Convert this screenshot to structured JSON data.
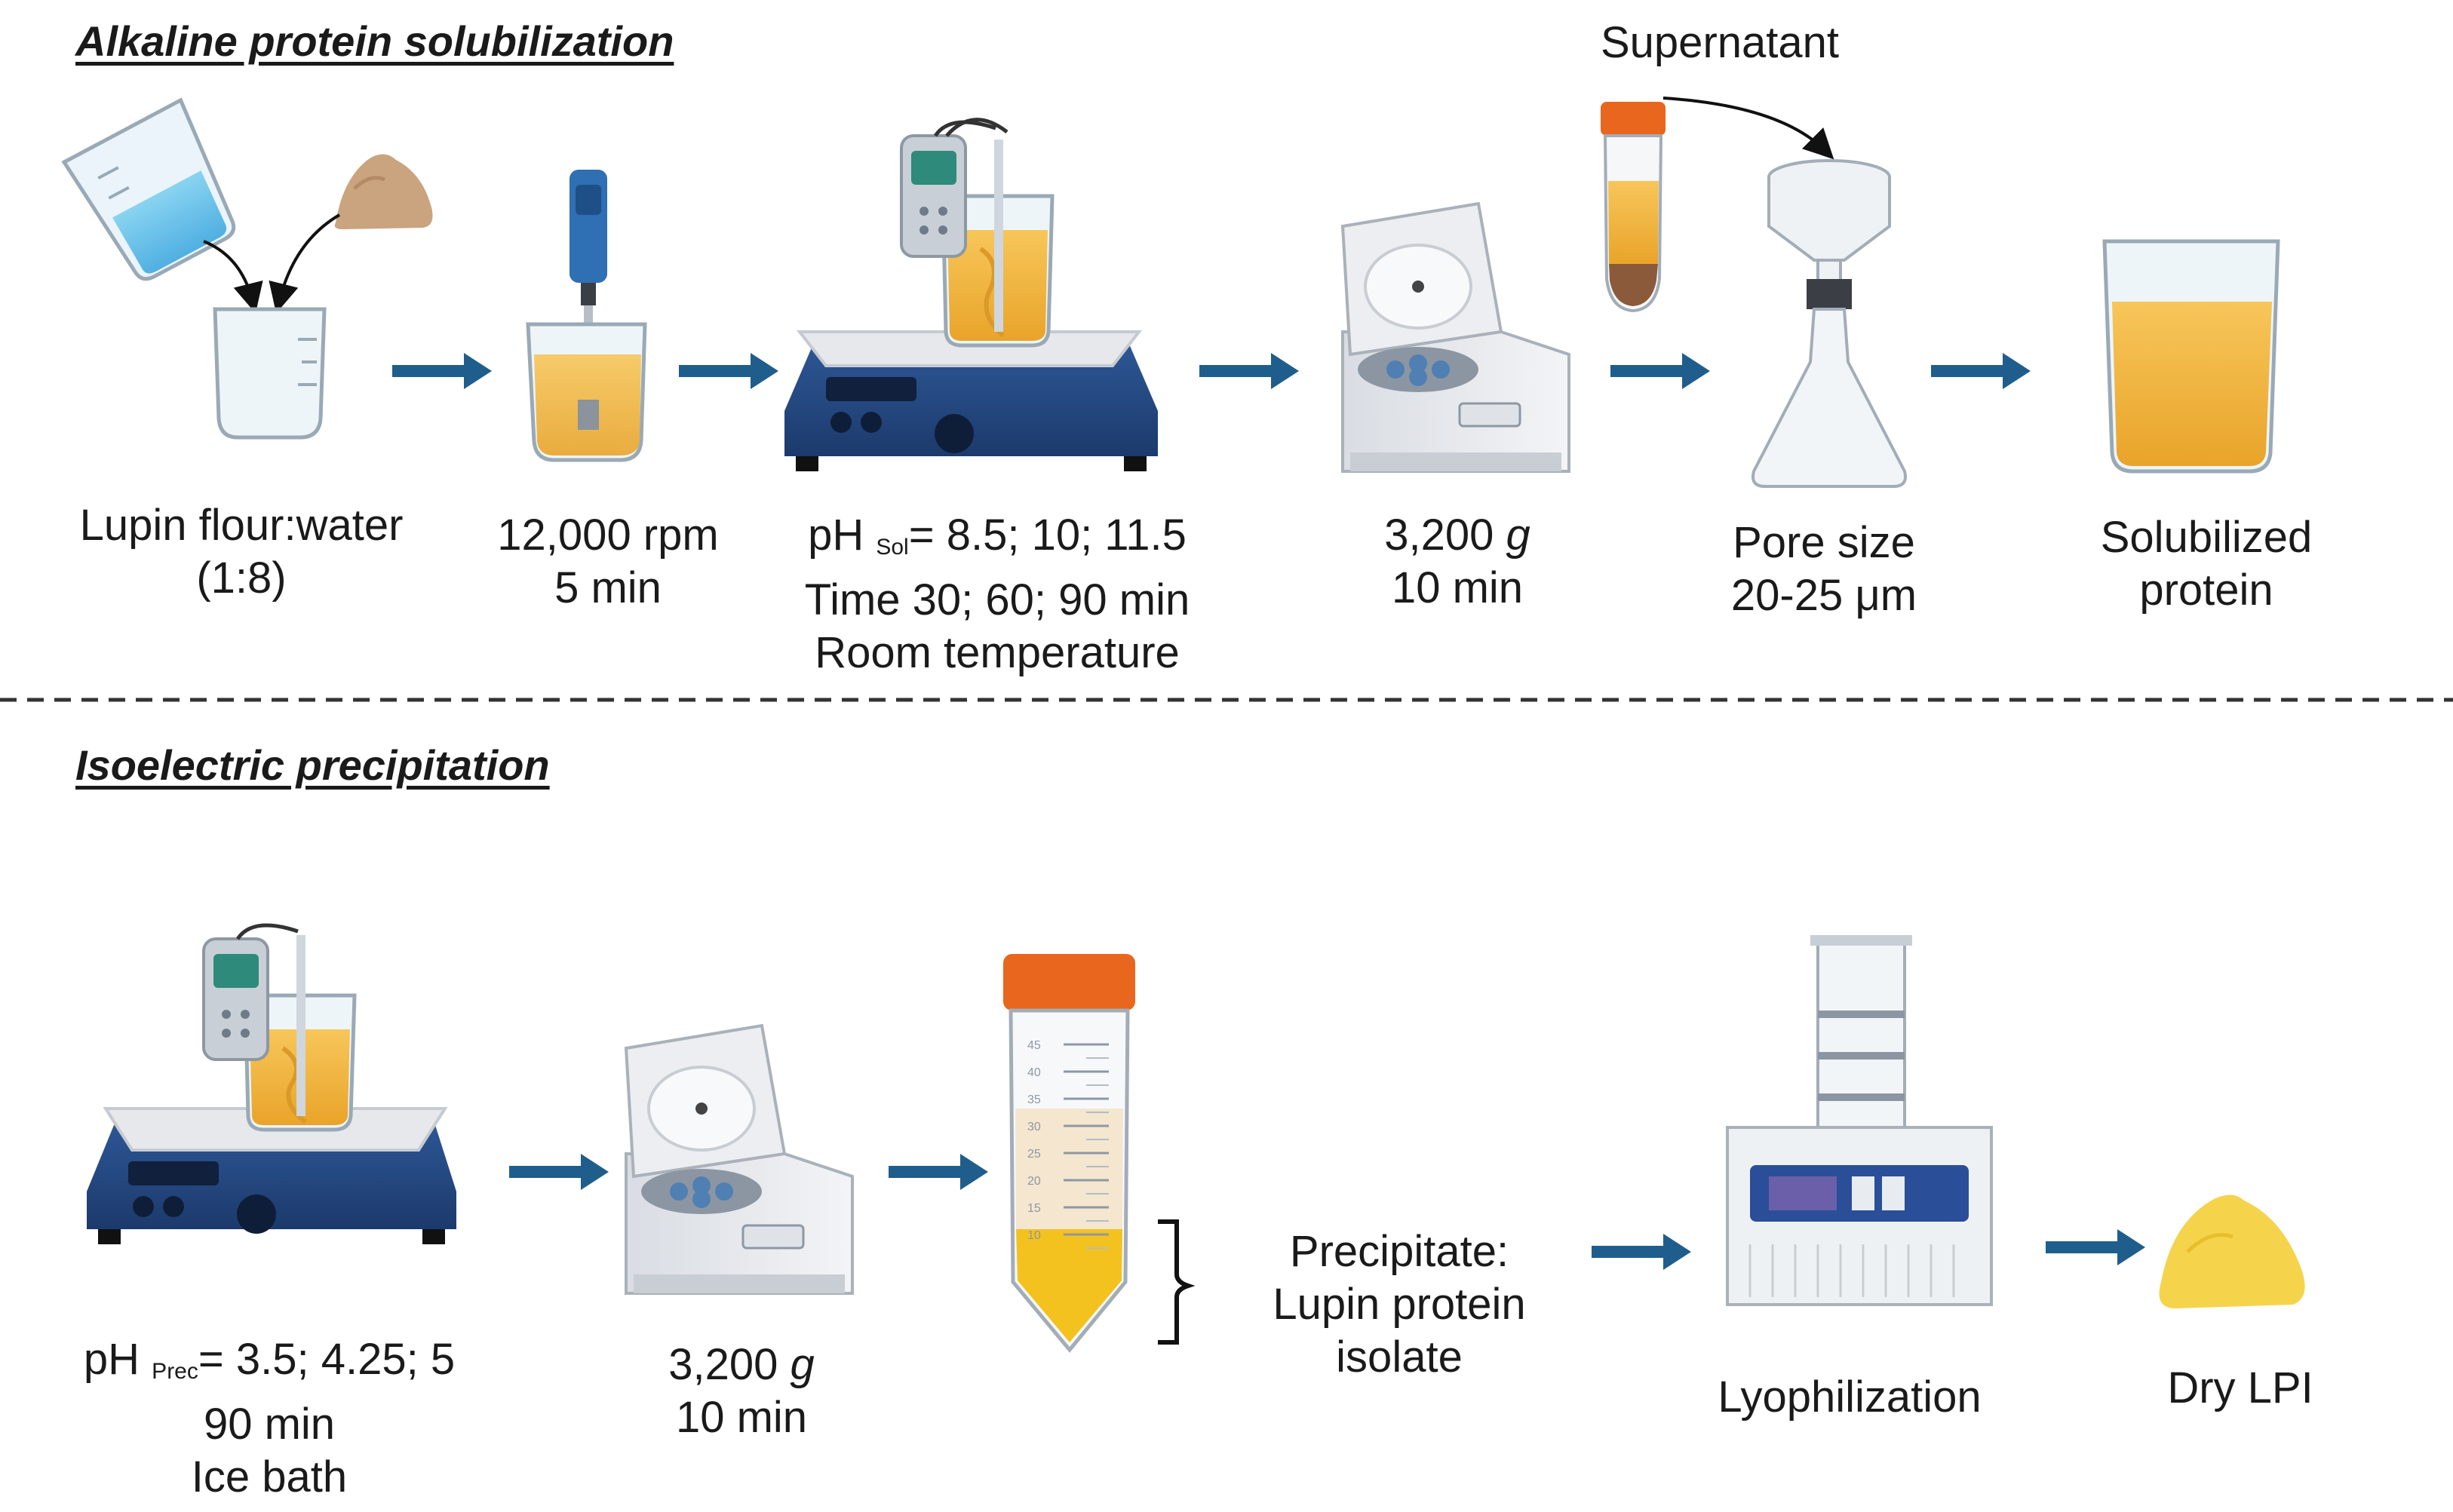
{
  "section1": {
    "title": "Alkaline protein solubilization",
    "steps": {
      "mix": [
        "Lupin flour:water",
        "(1:8)"
      ],
      "homogenize": [
        "12,000 rpm",
        "5 min"
      ],
      "ph_sol": {
        "prefix": "pH ",
        "sub": "Sol",
        "values": "= 8.5; 10; 11.5",
        "line2": "Time 30; 60; 90 min",
        "line3": "Room temperature"
      },
      "centrifuge": {
        "value": "3,200 ",
        "unit": "g",
        "line2": "10 min"
      },
      "filter": [
        "Pore size",
        "20-25 μm"
      ],
      "supernatant": "Supernatant",
      "result": [
        "Solubilized",
        "protein"
      ]
    }
  },
  "section2": {
    "title": "Isoelectric precipitation",
    "steps": {
      "ph_prec": {
        "prefix": "pH ",
        "sub": "Prec",
        "values": "= 3.5; 4.25; 5",
        "line2": "90 min",
        "line3": "Ice bath"
      },
      "centrifuge": {
        "value": "3,200 ",
        "unit": "g",
        "line2": "10 min"
      },
      "precipitate": [
        "Precipitate:",
        "Lupin protein",
        "isolate"
      ],
      "lyophilization": "Lyophilization",
      "dry": "Dry LPI"
    }
  },
  "tube_scale": [
    "45",
    "40",
    "35",
    "30",
    "25",
    "20",
    "15",
    "10"
  ],
  "colors": {
    "arrow": "#1f5e8c",
    "liquid": "#f2b53a",
    "device_blue": "#24467f",
    "cap": "#e8661d",
    "powder_yellow": "#f5d44c",
    "flour": "#c9a47f"
  }
}
